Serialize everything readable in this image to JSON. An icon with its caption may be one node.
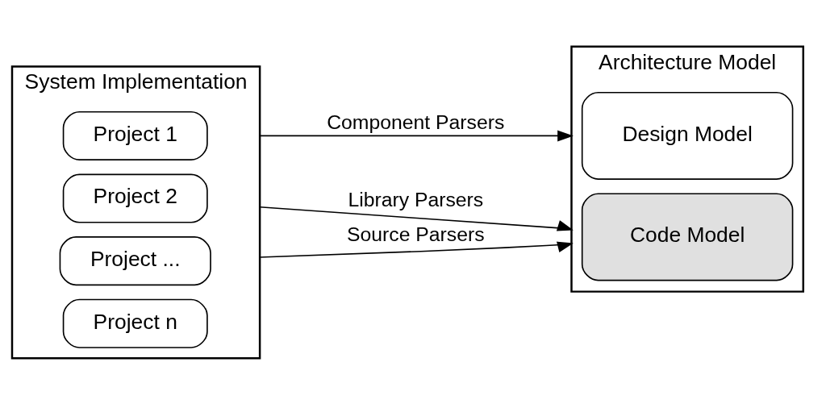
{
  "diagram": {
    "nodes": [
      {
        "text": [
          "System Implementation"
        ]
      },
      {
        "text": [
          "Project 1"
        ],
        "in": 0
      },
      {
        "text": [
          "Project 2"
        ],
        "in": 0
      },
      {
        "text": [
          "Project ..."
        ],
        "in": 0
      },
      {
        "text": [
          "Project n"
        ],
        "in": 0
      },
      {
        "text": [
          "Architecture Model"
        ]
      },
      {
        "text": [
          "Design Model"
        ],
        "in": 5
      },
      {
        "text": [
          "Code Model"
        ],
        "in": 5
      }
    ],
    "edges": [
      {
        "from": 0,
        "to": 5,
        "arrow": "to",
        "label": "Component Parsers"
      },
      {
        "from": 0,
        "to": 5,
        "arrow": "to",
        "label": "Library Parsers"
      },
      {
        "from": 0,
        "to": 5,
        "arrow": "to",
        "label": "Source Parsers"
      }
    ]
  }
}
